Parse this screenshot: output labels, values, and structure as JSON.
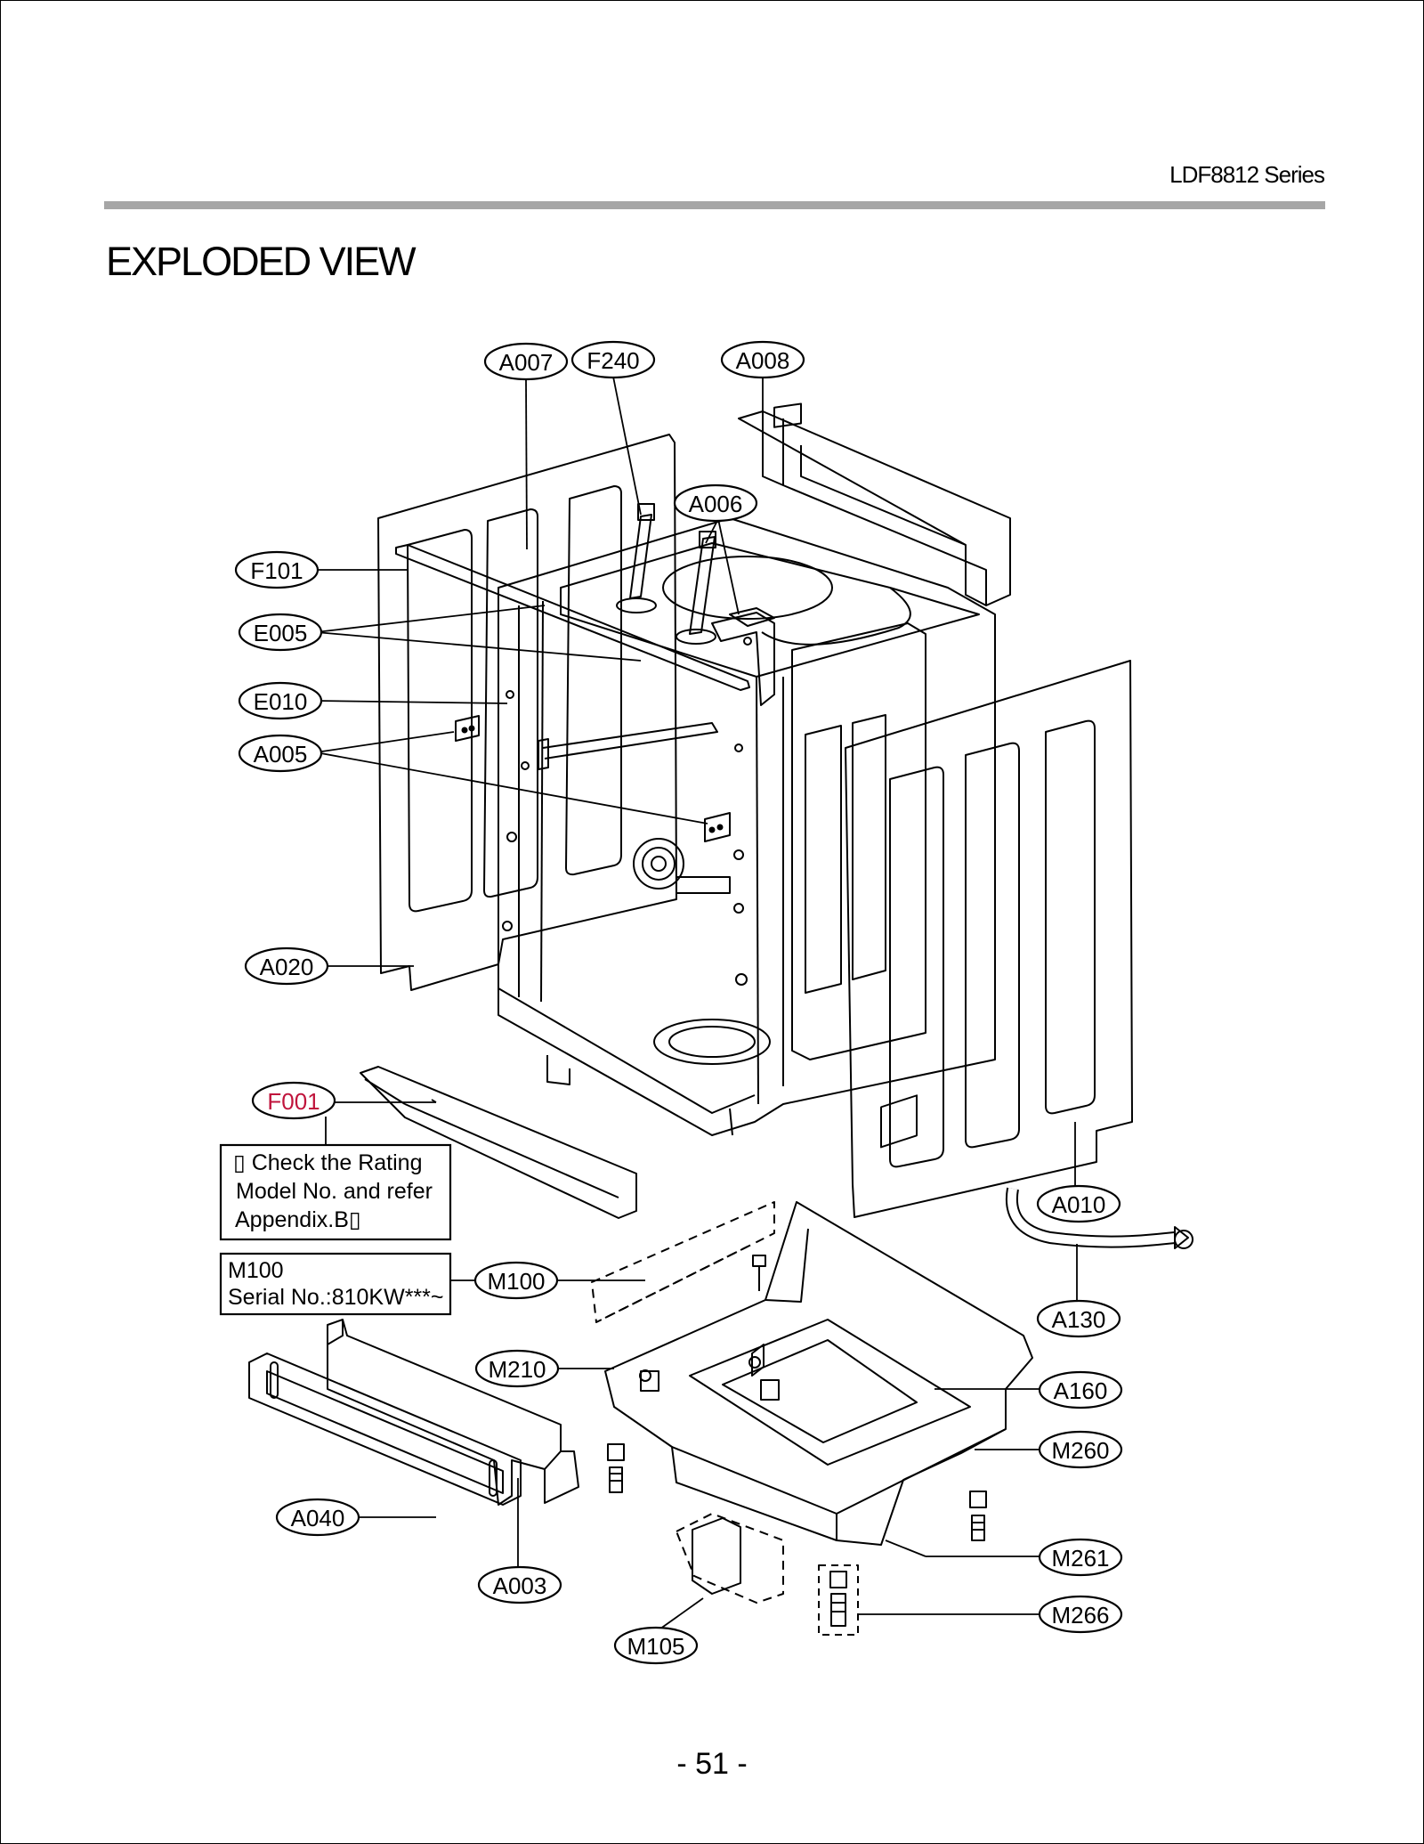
{
  "header": {
    "series": "LDF8812 Series"
  },
  "page_title": "EXPLODED VIEW",
  "footer": {
    "page_number": "- 51 -"
  },
  "callouts": {
    "A007": "A007",
    "F240": "F240",
    "A008": "A008",
    "A006": "A006",
    "F101": "F101",
    "E005": "E005",
    "E010": "E010",
    "A005": "A005",
    "A020": "A020",
    "F001": "F001",
    "M100": "M100",
    "M210": "M210",
    "A040": "A040",
    "A003": "A003",
    "M105": "M105",
    "A010": "A010",
    "A130": "A130",
    "A160": "A160",
    "M260": "M260",
    "M261": "M261",
    "M266": "M266"
  },
  "notes": {
    "rating_note": {
      "line1": "▯ Check the Rating",
      "line2": "Model No. and refer",
      "line3": "Appendix.B▯"
    },
    "serial_note": {
      "line1": "M100",
      "line2": "Serial No.:810KW***~"
    }
  },
  "colors": {
    "f001_label": "#c0143c",
    "rule": "#a6a6a6"
  }
}
